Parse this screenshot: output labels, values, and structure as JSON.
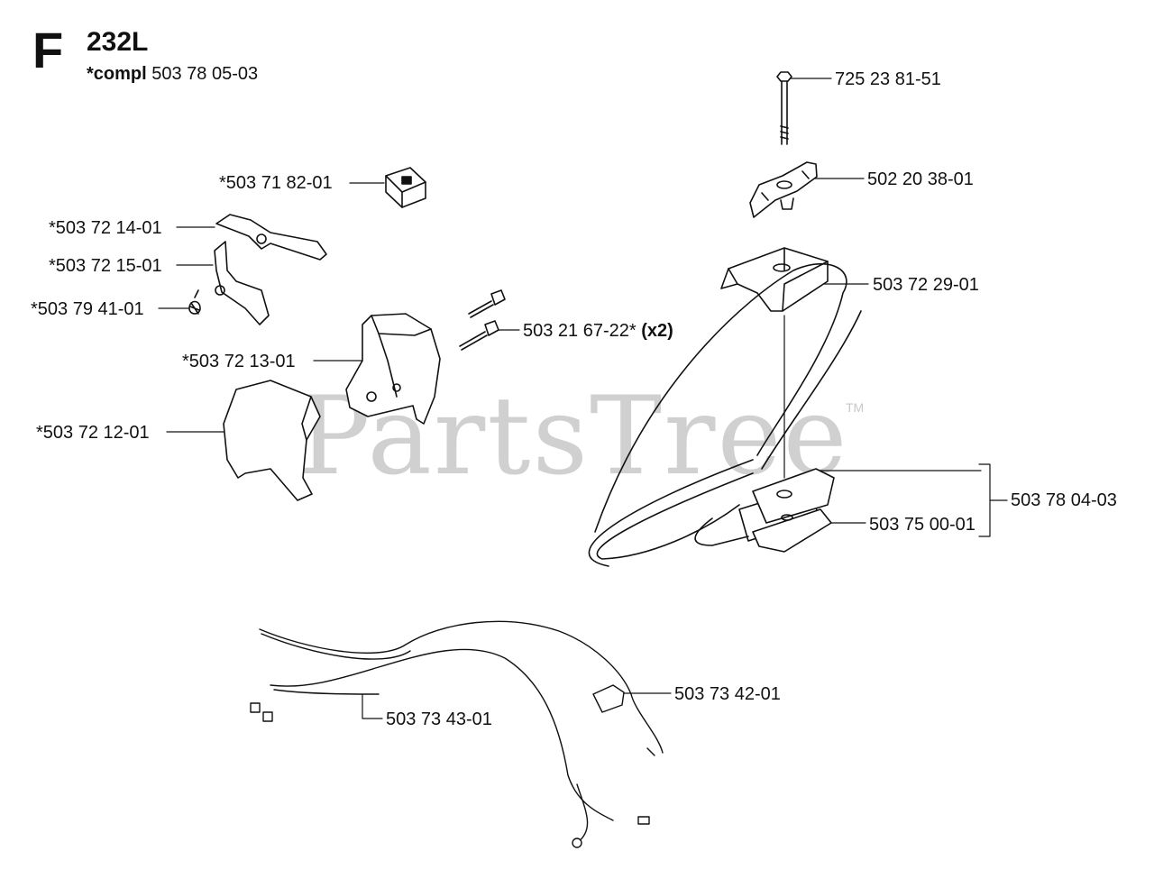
{
  "header": {
    "section": "F",
    "model": "232L",
    "compl_prefix": "*compl",
    "compl_number": "503 78 05-03"
  },
  "watermark": {
    "text": "PartsTree",
    "mark": "TM"
  },
  "labels": {
    "p_725238151": "725 23 81-51",
    "p_502203801": "502 20 38-01",
    "p_503722901": "503 72 29-01",
    "p_503780403": "503 78 04-03",
    "p_503750001": "503 75 00-01",
    "p_503718201": "*503 71 82-01",
    "p_503721401": "*503 72 14-01",
    "p_503721501": "*503 72 15-01",
    "p_503794101": "*503 79 41-01",
    "p_503721301": "*503 72 13-01",
    "p_503216722": "503 21 67-22*",
    "p_503216722_qty": "(x2)",
    "p_503721201": "*503 72 12-01",
    "p_503734201": "503 73 42-01",
    "p_503734301": "503 73 43-01"
  }
}
